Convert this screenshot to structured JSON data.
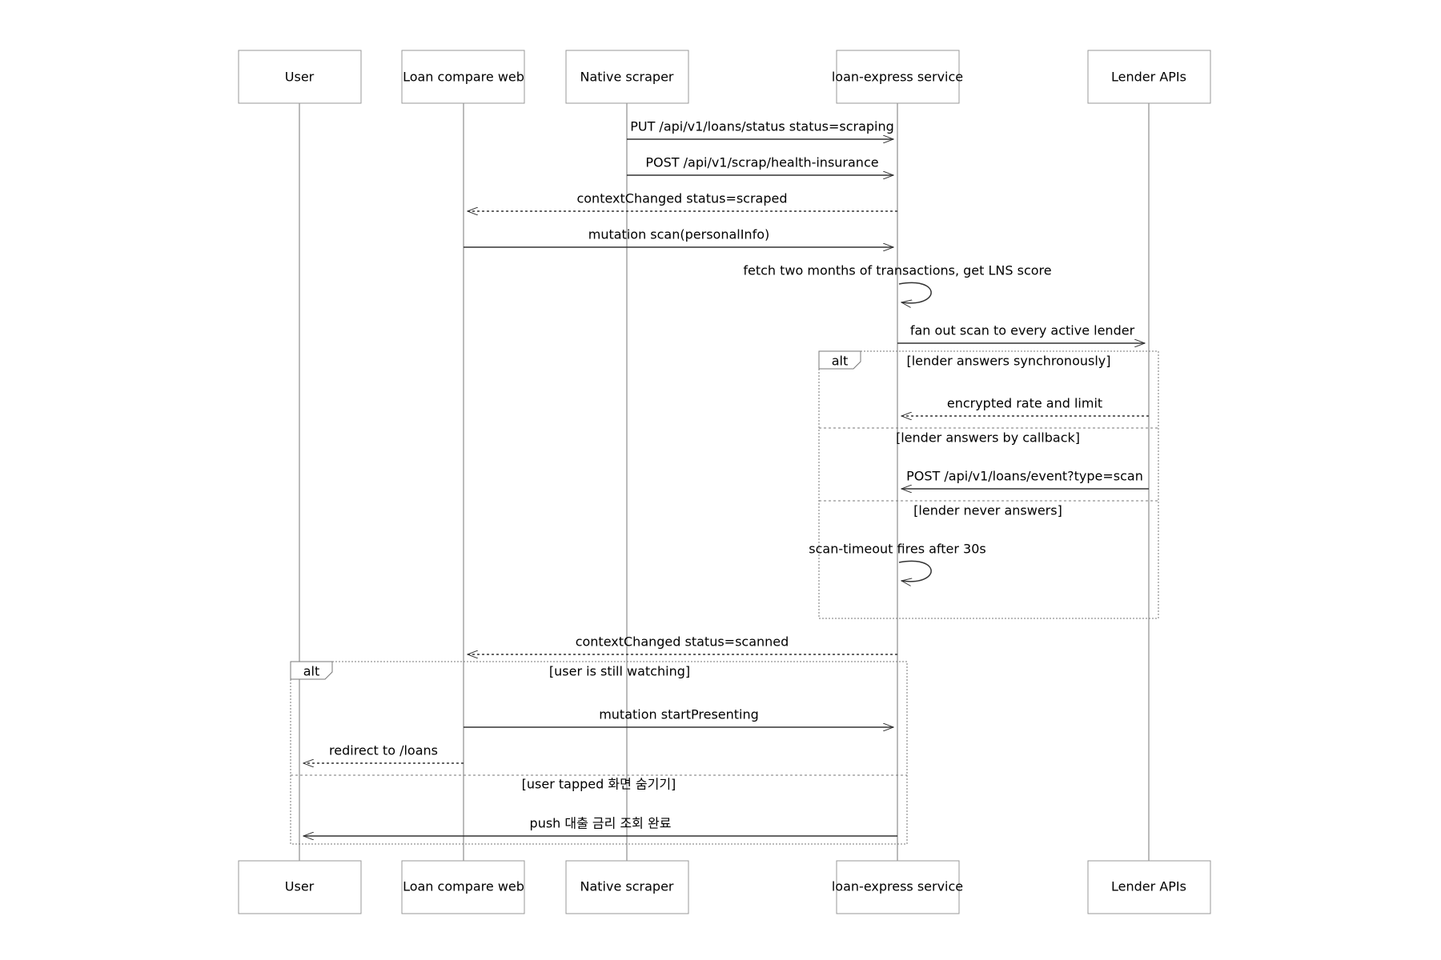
{
  "participants": [
    {
      "id": "user",
      "label": "User"
    },
    {
      "id": "web",
      "label": "Loan compare web"
    },
    {
      "id": "scraper",
      "label": "Native scraper"
    },
    {
      "id": "svc",
      "label": "loan-express service"
    },
    {
      "id": "lender",
      "label": "Lender APIs"
    }
  ],
  "messages": [
    {
      "from": "scraper",
      "to": "svc",
      "label": "PUT /api/v1/loans/status status=scraping",
      "style": "solid"
    },
    {
      "from": "scraper",
      "to": "svc",
      "label": "POST /api/v1/scrap/health-insurance",
      "style": "solid"
    },
    {
      "from": "svc",
      "to": "web",
      "label": "contextChanged status=scraped",
      "style": "dashed"
    },
    {
      "from": "web",
      "to": "svc",
      "label": "mutation scan(personalInfo)",
      "style": "solid"
    },
    {
      "from": "svc",
      "to": "svc",
      "label": "fetch two months of transactions, get LNS score",
      "style": "solid"
    },
    {
      "from": "svc",
      "to": "lender",
      "label": "fan out scan to every active lender",
      "style": "solid"
    },
    {
      "from": "lender",
      "to": "svc",
      "label": "encrypted rate and limit",
      "style": "dashed"
    },
    {
      "from": "lender",
      "to": "svc",
      "label": "POST /api/v1/loans/event?type=scan",
      "style": "solid"
    },
    {
      "from": "svc",
      "to": "svc",
      "label": "scan-timeout fires after 30s",
      "style": "solid"
    },
    {
      "from": "svc",
      "to": "web",
      "label": "contextChanged status=scanned",
      "style": "dashed"
    },
    {
      "from": "web",
      "to": "svc",
      "label": "mutation startPresenting",
      "style": "solid"
    },
    {
      "from": "web",
      "to": "user",
      "label": "redirect to /loans",
      "style": "dashed"
    },
    {
      "from": "svc",
      "to": "user",
      "label": "push 대출 금리 조회 완료",
      "style": "solid"
    }
  ],
  "fragments": [
    {
      "kind": "alt",
      "sections": [
        {
          "condition": "[lender answers synchronously]"
        },
        {
          "condition": "[lender answers by callback]"
        },
        {
          "condition": "[lender never answers]"
        }
      ]
    },
    {
      "kind": "alt",
      "sections": [
        {
          "condition": "[user is still watching]"
        },
        {
          "condition": "[user tapped 화면 숨기기]"
        }
      ]
    }
  ]
}
